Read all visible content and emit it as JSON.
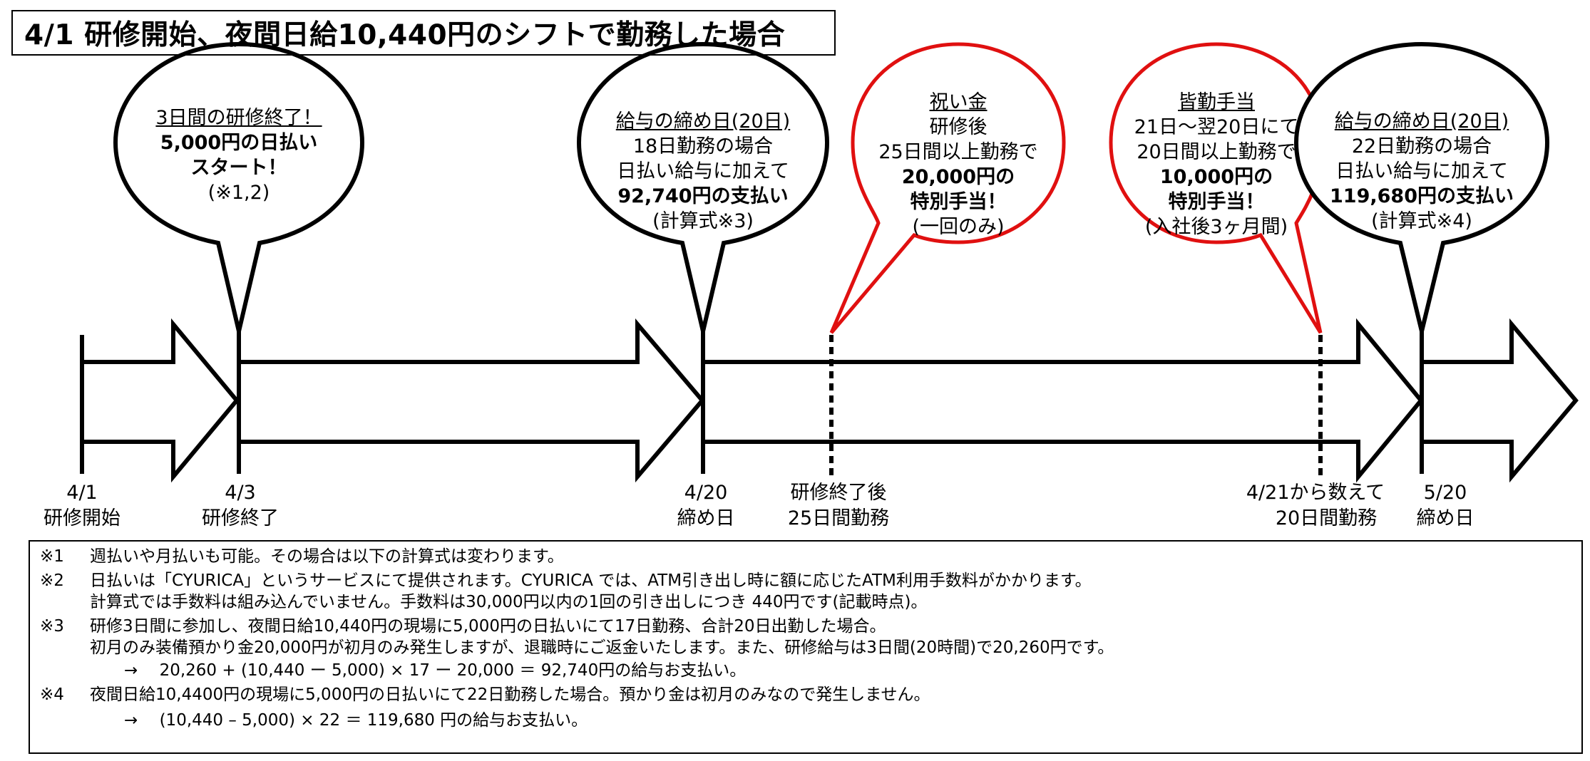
{
  "title": "4/1 研修開始、夜間日給10,440円のシフトで勤務した場合",
  "bubbles": [
    {
      "id": "b1",
      "lines": [
        {
          "text": "3日間の研修終了！",
          "style": "u"
        },
        {
          "text": " ",
          "style": ""
        },
        {
          "text": "5,000円の日払い",
          "style": "b"
        },
        {
          "text": "スタート！",
          "style": "b"
        },
        {
          "text": "(※1,2)",
          "style": ""
        }
      ]
    },
    {
      "id": "b2",
      "lines": [
        {
          "text": "給与の締め日(20日)",
          "style": "u"
        },
        {
          "text": "18日勤務の場合",
          "style": ""
        },
        {
          "text": "日払い給与に加えて",
          "style": ""
        },
        {
          "text": "92,740円の支払い",
          "style": "b"
        },
        {
          "text": "(計算式※3)",
          "style": ""
        }
      ]
    },
    {
      "id": "b3",
      "lines": [
        {
          "text": "祝い金",
          "style": "u"
        },
        {
          "text": "研修後",
          "style": ""
        },
        {
          "text": "25日間以上勤務で",
          "style": ""
        },
        {
          "text": "20,000円の",
          "style": "b"
        },
        {
          "text": "特別手当！",
          "style": "b"
        },
        {
          "text": "(一回のみ)",
          "style": ""
        }
      ]
    },
    {
      "id": "b4",
      "lines": [
        {
          "text": "皆勤手当",
          "style": "u"
        },
        {
          "text": "21日～翌20日にて",
          "style": ""
        },
        {
          "text": "20日間以上勤務で",
          "style": ""
        },
        {
          "text": "10,000円の",
          "style": "b"
        },
        {
          "text": "特別手当！",
          "style": "b"
        },
        {
          "text": "(入社後3ヶ月間)",
          "style": ""
        }
      ]
    },
    {
      "id": "b5",
      "lines": [
        {
          "text": "給与の締め日(20日)",
          "style": "u"
        },
        {
          "text": "22日勤務の場合",
          "style": ""
        },
        {
          "text": "日払い給与に加えて",
          "style": ""
        },
        {
          "text": "119,680円の支払い",
          "style": "b"
        },
        {
          "text": "(計算式※4)",
          "style": ""
        }
      ]
    }
  ],
  "timeline_labels": [
    {
      "id": "l1",
      "lines": [
        "4/1",
        "研修開始"
      ]
    },
    {
      "id": "l2",
      "lines": [
        "4/3",
        "研修終了"
      ]
    },
    {
      "id": "l3",
      "lines": [
        "4/20",
        "締め日"
      ]
    },
    {
      "id": "l4",
      "lines": [
        "研修終了後",
        "25日間勤務"
      ]
    },
    {
      "id": "l5",
      "lines": [
        "4/21から数えて",
        "20日間勤務"
      ]
    },
    {
      "id": "l6",
      "lines": [
        "5/20",
        "締め日"
      ]
    }
  ],
  "notes": [
    {
      "mark": "※1",
      "text": "週払いや月払いも可能。その場合は以下の計算式は変わります。"
    },
    {
      "mark": "※2",
      "text": "日払いは「CYURICA」というサービスにて提供されます。CYURICA では、ATM引き出し時に額に応じたATM利用手数料がかかります。"
    },
    {
      "mark": "",
      "text": "計算式では手数料は組み込んでいません。手数料は30,000円以内の1回の引き出しにつき 440円です(記載時点)。"
    },
    {
      "mark": "※3",
      "text": "研修3日間に参加し、夜間日給10,440円の現場に5,000円の日払いにて17日勤務、合計20日出勤した場合。"
    },
    {
      "mark": "",
      "text": "初月のみ装備預かり金20,000円が初月のみ発生しますが、退職時にご返金いたします。また、研修給与は3日間(20時間)で20,260円です。"
    },
    {
      "mark": "",
      "text": "→　 20,260 + (10,440 ー 5,000) × 17 ー 20,000 ＝ 92,740円の給与お支払い。",
      "indent": true
    },
    {
      "mark": "※4",
      "text": "夜間日給10,4400円の現場に5,000円の日払いにて22日勤務した場合。預かり金は初月のみなので発生しません。"
    },
    {
      "mark": "",
      "text": "→　 (10,440 – 5,000) × 22 ＝ 119,680 円の給与お支払い。",
      "indent": true
    }
  ],
  "colors": {
    "black": "#000000",
    "red": "#e01010"
  }
}
